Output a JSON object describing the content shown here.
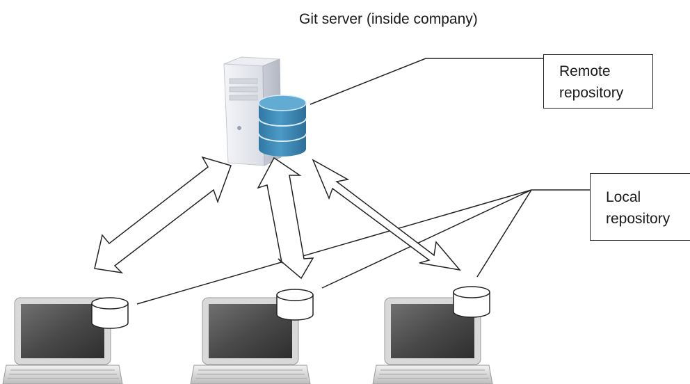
{
  "diagram": {
    "server_title": "Git server (inside company)",
    "remote_label": {
      "line1": "Remote",
      "line2": "repository"
    },
    "local_label": {
      "line1": "Local",
      "line2": "repository"
    },
    "colors": {
      "db_main": "#3f8db8",
      "db_top": "#62acd3",
      "server_body": "#e6e8ee",
      "laptop_frame": "#d9d9d9",
      "laptop_screen": "#4a4a4a",
      "stroke": "#222222"
    },
    "icons": [
      "server-icon",
      "database-icon",
      "laptop-icon",
      "cylinder-icon",
      "double-arrow-icon"
    ]
  }
}
